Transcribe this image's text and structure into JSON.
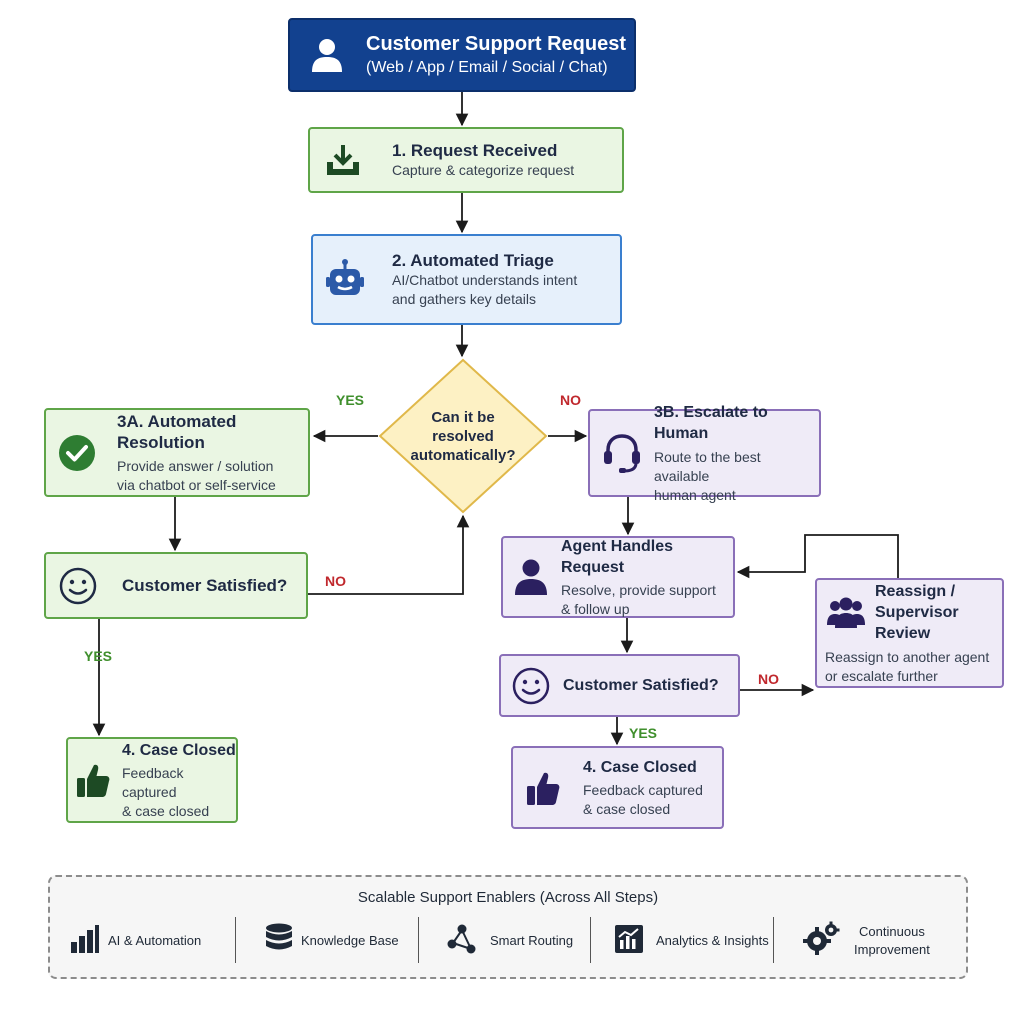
{
  "start": {
    "title": "Customer Support Request",
    "subtitle": "(Web / App / Email / Social / Chat)",
    "icon": "user-icon"
  },
  "steps": {
    "received": {
      "title": "1. Request Received",
      "subtitle": "Capture & categorize request",
      "icon": "download-icon"
    },
    "triage": {
      "title": "2. Automated Triage",
      "subtitle_lines": [
        "AI/Chatbot understands intent",
        "and gathers key details"
      ],
      "icon": "robot-icon"
    },
    "automated_resolution": {
      "title": "3A. Automated Resolution",
      "subtitle_lines": [
        "Provide answer / solution",
        "via chatbot or self-service"
      ],
      "icon": "check-circle-icon"
    },
    "satisfied_left": {
      "title": "Customer Satisfied?",
      "icon": "smiley-icon"
    },
    "closed_left": {
      "title": "4. Case Closed",
      "subtitle_lines": [
        "Feedback captured",
        "& case closed"
      ],
      "icon": "thumbs-up-icon"
    },
    "escalate": {
      "title": "3B. Escalate to Human",
      "subtitle_lines": [
        "Route to the best available",
        "human agent"
      ],
      "icon": "headset-icon"
    },
    "agent": {
      "title": "Agent Handles Request",
      "subtitle_lines": [
        "Resolve, provide support",
        "& follow up"
      ],
      "icon": "person-icon"
    },
    "reassign": {
      "title_lines": [
        "Reassign /",
        "Supervisor Review"
      ],
      "subtitle_lines": [
        "Reassign to another agent",
        "or escalate further"
      ],
      "icon": "group-icon"
    },
    "satisfied_right": {
      "title": "Customer Satisfied?",
      "icon": "smiley-icon"
    },
    "closed_right": {
      "title": "4. Case Closed",
      "subtitle_lines": [
        "Feedback captured",
        "& case closed"
      ],
      "icon": "thumbs-up-icon"
    }
  },
  "decision": {
    "lines": [
      "Can it be",
      "resolved",
      "automatically?"
    ]
  },
  "labels": {
    "yes": "YES",
    "no": "NO"
  },
  "enablers": {
    "title": "Scalable Support Enablers (Across All Steps)",
    "items": [
      {
        "label": "AI & Automation",
        "icon": "bar-chart-icon"
      },
      {
        "label": "Knowledge Base",
        "icon": "database-icon"
      },
      {
        "label": "Smart Routing",
        "icon": "network-icon"
      },
      {
        "label": "Analytics & Insights",
        "icon": "analytics-icon"
      },
      {
        "label_lines": [
          "Continuous",
          "Improvement"
        ],
        "icon": "gears-icon"
      }
    ]
  },
  "colors": {
    "navy": "#12418f",
    "green_border": "#5fa548",
    "green_fill": "#eaf6e3",
    "blue_border": "#3a7fcf",
    "blue_fill": "#e6f0fb",
    "purple_border": "#8a6fb8",
    "purple_fill": "#efebf7",
    "diamond_fill": "#fdf1c4",
    "diamond_border": "#e0b84a",
    "yes": "#3f8f2c",
    "no": "#c0282d"
  }
}
